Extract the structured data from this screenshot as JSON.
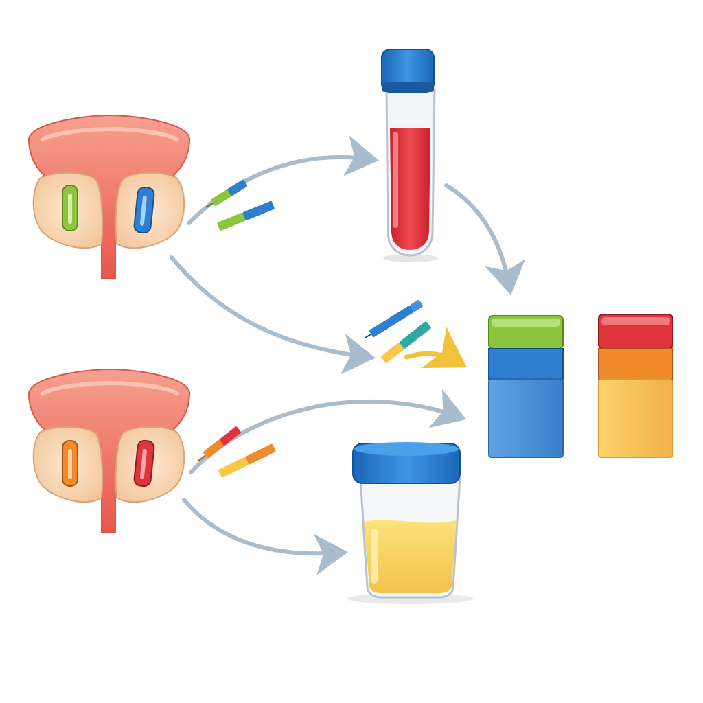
{
  "diagram": {
    "organs": [
      {
        "id": "prostate-top",
        "left_marker": "green",
        "right_marker": "blue"
      },
      {
        "id": "prostate-bottom",
        "left_marker": "orange",
        "right_marker": "red"
      }
    ],
    "samples": [
      {
        "id": "blood-tube",
        "cap": "blue",
        "fill": "red"
      },
      {
        "id": "urine-cup",
        "cap": "blue",
        "fill": "yellow"
      }
    ],
    "result_stacks": [
      {
        "id": "stack-left",
        "layers": [
          "green",
          "blue",
          "blue"
        ]
      },
      {
        "id": "stack-right",
        "layers": [
          "red",
          "orange",
          "yellow"
        ]
      }
    ],
    "colors": {
      "green": "#8cc63f",
      "blue": "#2f7fd0",
      "red": "#e0343c",
      "orange": "#f08a2a",
      "yellow": "#f8c84a",
      "arrow": "#a9bccb",
      "tissue": "#f3857a",
      "lobe": "#f7d2ad"
    }
  }
}
